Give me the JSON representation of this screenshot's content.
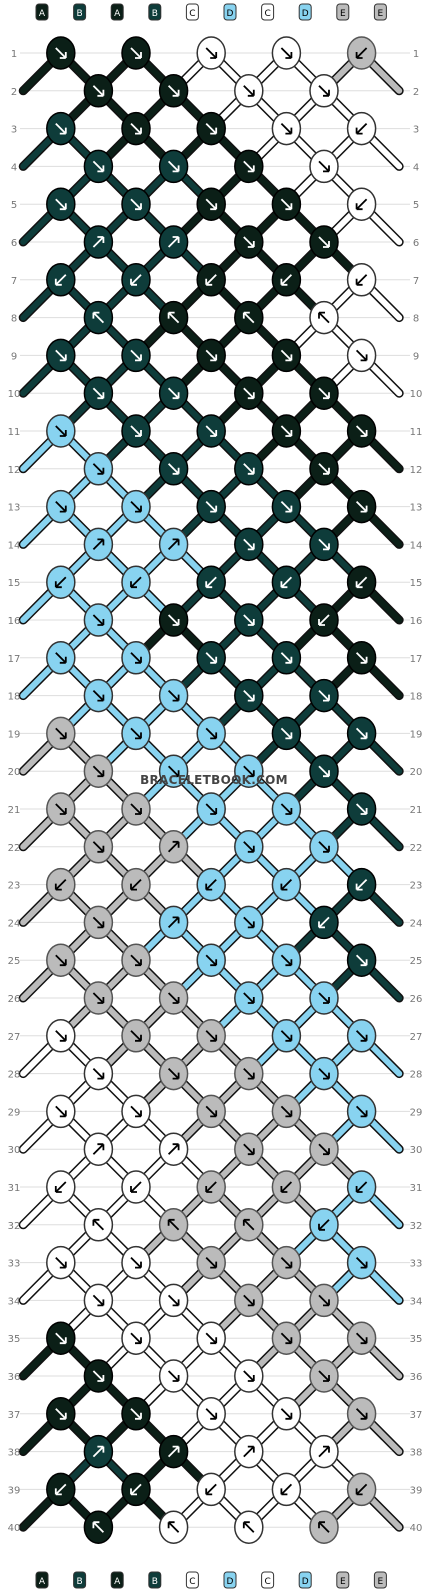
{
  "watermark": "BRACELETBOOK.COM",
  "colors": {
    "A": "#0b1f17",
    "B": "#0e3c3a",
    "C": "#ffffff",
    "D": "#88d3f0",
    "E": "#bbbbbb"
  },
  "strand_labels": [
    "A",
    "B",
    "A",
    "B",
    "C",
    "D",
    "C",
    "D",
    "E",
    "E"
  ],
  "row_count": 40,
  "knots": [
    "AAAAABBBBBBBAAAAAAAAAAAAAADDDDDAAAAAAAAAA"
  ],
  "pattern_rows": [
    [
      "A",
      "A",
      "C",
      "C",
      "E"
    ],
    [
      "A",
      "A",
      "C",
      "C"
    ],
    [
      "B",
      "A",
      "A",
      "C",
      "C"
    ],
    [
      "B",
      "B",
      "A",
      "C"
    ],
    [
      "B",
      "B",
      "A",
      "A",
      "C"
    ],
    [
      "B",
      "B",
      "A",
      "A"
    ],
    [
      "B",
      "B",
      "A",
      "A",
      "C"
    ],
    [
      "B",
      "A",
      "A",
      "C"
    ],
    [
      "B",
      "B",
      "A",
      "A",
      "C"
    ],
    [
      "B",
      "B",
      "A",
      "A"
    ],
    [
      "D",
      "B",
      "B",
      "A",
      "A"
    ],
    [
      "D",
      "B",
      "B",
      "A"
    ],
    [
      "D",
      "D",
      "B",
      "B",
      "A"
    ],
    [
      "D",
      "D",
      "B",
      "B"
    ],
    [
      "D",
      "D",
      "B",
      "B",
      "A"
    ],
    [
      "D",
      "A",
      "B",
      "A"
    ],
    [
      "D",
      "D",
      "B",
      "B",
      "A"
    ],
    [
      "D",
      "D",
      "B",
      "B"
    ],
    [
      "E",
      "D",
      "D",
      "B",
      "B"
    ],
    [
      "E",
      "D",
      "D",
      "B"
    ],
    [
      "E",
      "E",
      "D",
      "D",
      "B"
    ],
    [
      "E",
      "E",
      "D",
      "D"
    ],
    [
      "E",
      "E",
      "D",
      "D",
      "B"
    ],
    [
      "E",
      "D",
      "D",
      "B"
    ],
    [
      "E",
      "E",
      "D",
      "D",
      "B"
    ],
    [
      "E",
      "E",
      "D",
      "D"
    ],
    [
      "C",
      "E",
      "E",
      "D",
      "D"
    ],
    [
      "C",
      "E",
      "E",
      "D"
    ],
    [
      "C",
      "C",
      "E",
      "E",
      "D"
    ],
    [
      "C",
      "C",
      "E",
      "E"
    ],
    [
      "C",
      "C",
      "E",
      "E",
      "D"
    ],
    [
      "C",
      "E",
      "E",
      "D"
    ],
    [
      "C",
      "C",
      "E",
      "E",
      "D"
    ],
    [
      "C",
      "C",
      "E",
      "E"
    ],
    [
      "A",
      "C",
      "C",
      "E",
      "E"
    ],
    [
      "A",
      "C",
      "C",
      "E"
    ],
    [
      "A",
      "A",
      "C",
      "C",
      "E"
    ],
    [
      "B",
      "A",
      "C",
      "C"
    ],
    [
      "A",
      "A",
      "C",
      "C",
      "E"
    ],
    [
      "A",
      "C",
      "C",
      "E"
    ]
  ],
  "arrows": [
    [
      "dr",
      "dr",
      "dr",
      "dr",
      "dl"
    ],
    [
      "dr",
      "dr",
      "dr",
      "dr"
    ],
    [
      "dr",
      "dr",
      "dr",
      "dr",
      "dl"
    ],
    [
      "dr",
      "dr",
      "dr",
      "dr"
    ],
    [
      "dr",
      "dr",
      "dr",
      "dr",
      "dl"
    ],
    [
      "ur",
      "ur",
      "dr",
      "dr"
    ],
    [
      "dl",
      "dl",
      "dl",
      "dl",
      "dl"
    ],
    [
      "ul",
      "ul",
      "ul",
      "ul"
    ],
    [
      "dr",
      "dr",
      "dr",
      "dr",
      "dr"
    ],
    [
      "dr",
      "dr",
      "dr",
      "dr"
    ],
    [
      "dr",
      "dr",
      "dr",
      "dr",
      "dr"
    ],
    [
      "dr",
      "dr",
      "dr",
      "dr"
    ],
    [
      "dr",
      "dr",
      "dr",
      "dr",
      "dr"
    ],
    [
      "ur",
      "ur",
      "dr",
      "dr"
    ],
    [
      "dl",
      "dl",
      "dl",
      "dl",
      "dl"
    ],
    [
      "dr",
      "dr",
      "dr",
      "dl"
    ],
    [
      "dr",
      "dr",
      "dr",
      "dr",
      "dr"
    ],
    [
      "dr",
      "dr",
      "dr",
      "dr"
    ],
    [
      "dr",
      "dr",
      "dr",
      "dr",
      "dr"
    ],
    [
      "dr",
      "dr",
      "dr",
      "dr"
    ],
    [
      "dr",
      "dr",
      "dr",
      "dr",
      "dr"
    ],
    [
      "dr",
      "ur",
      "dr",
      "dr"
    ],
    [
      "dl",
      "dl",
      "dl",
      "dl",
      "dl"
    ],
    [
      "dr",
      "ur",
      "dr",
      "dl"
    ],
    [
      "dr",
      "dr",
      "dr",
      "dr",
      "dr"
    ],
    [
      "dr",
      "dr",
      "dr",
      "dr"
    ],
    [
      "dr",
      "dr",
      "dr",
      "dr",
      "dr"
    ],
    [
      "dr",
      "dr",
      "dr",
      "dr"
    ],
    [
      "dr",
      "dr",
      "dr",
      "dr",
      "dr"
    ],
    [
      "ur",
      "ur",
      "dr",
      "dr"
    ],
    [
      "dl",
      "dl",
      "dl",
      "dl",
      "dl"
    ],
    [
      "ul",
      "ul",
      "ul",
      "dl"
    ],
    [
      "dr",
      "dr",
      "dr",
      "dr",
      "dr"
    ],
    [
      "dr",
      "dr",
      "dr",
      "dr"
    ],
    [
      "dr",
      "dr",
      "dr",
      "dr",
      "dr"
    ],
    [
      "dr",
      "dr",
      "dr",
      "dr"
    ],
    [
      "dr",
      "dr",
      "dr",
      "dr",
      "dr"
    ],
    [
      "ur",
      "ur",
      "ur",
      "ur"
    ],
    [
      "dl",
      "dl",
      "dl",
      "dl",
      "dl"
    ],
    [
      "ul",
      "ul",
      "ul",
      "ul"
    ]
  ]
}
